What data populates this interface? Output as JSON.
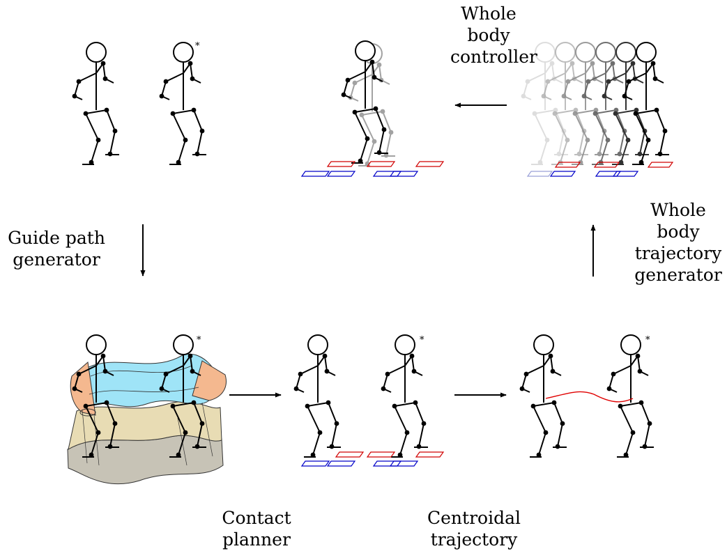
{
  "labels": {
    "whole_body_controller": [
      "Whole",
      "body",
      "controller"
    ],
    "guide_path_generator": [
      "Guide path",
      "generator"
    ],
    "whole_body_trajectory_generator": [
      "Whole",
      "body",
      "trajectory",
      "generator"
    ],
    "contact_planner": [
      "Contact",
      "planner"
    ],
    "centroidal_trajectory": [
      "Centroidal",
      "trajectory"
    ]
  },
  "goal_marker": "*",
  "colors": {
    "ink": "#000000",
    "right_foot_contact": "#d00000",
    "left_foot_contact": "#0000c8",
    "centroidal_curve": "#e00000",
    "guide_surface_top": "#9fe4f7",
    "guide_surface_middle": "#e8dcb4",
    "guide_surface_bottom": "#c7c3b6",
    "reach_cone": "#f4b88f"
  }
}
